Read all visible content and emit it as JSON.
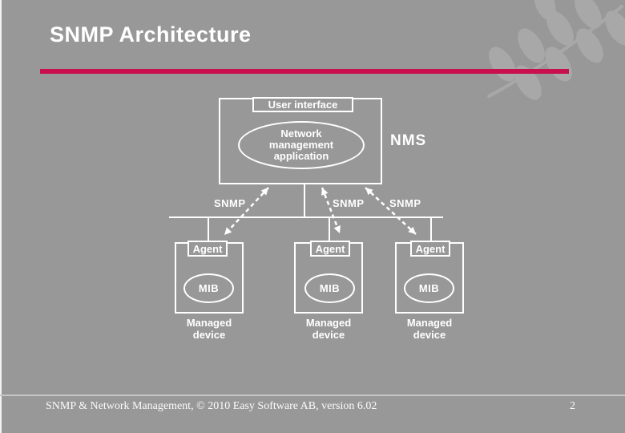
{
  "slide": {
    "title": "SNMP Architecture",
    "footer_text": "SNMP & Network Management, © 2010 Easy Software AB, version 6.02",
    "page_number": "2",
    "colors": {
      "background": "#989898",
      "accent_line": "#C8104E",
      "foreground": "#FFFFFF",
      "leaf_decoration": "#A8A8A8",
      "footer_separator": "#C6C6C6"
    }
  },
  "diagram": {
    "user_interface_label": "User interface",
    "app_label_lines": [
      "Network",
      "management",
      "application"
    ],
    "nms_label": "NMS",
    "protocol_labels": [
      "SNMP",
      "SNMP",
      "SNMP"
    ],
    "devices": [
      {
        "agent_label": "Agent",
        "mib_label": "MIB",
        "device_label_lines": [
          "Managed",
          "device"
        ]
      },
      {
        "agent_label": "Agent",
        "mib_label": "MIB",
        "device_label_lines": [
          "Managed",
          "device"
        ]
      },
      {
        "agent_label": "Agent",
        "mib_label": "MIB",
        "device_label_lines": [
          "Managed",
          "device"
        ]
      }
    ]
  }
}
